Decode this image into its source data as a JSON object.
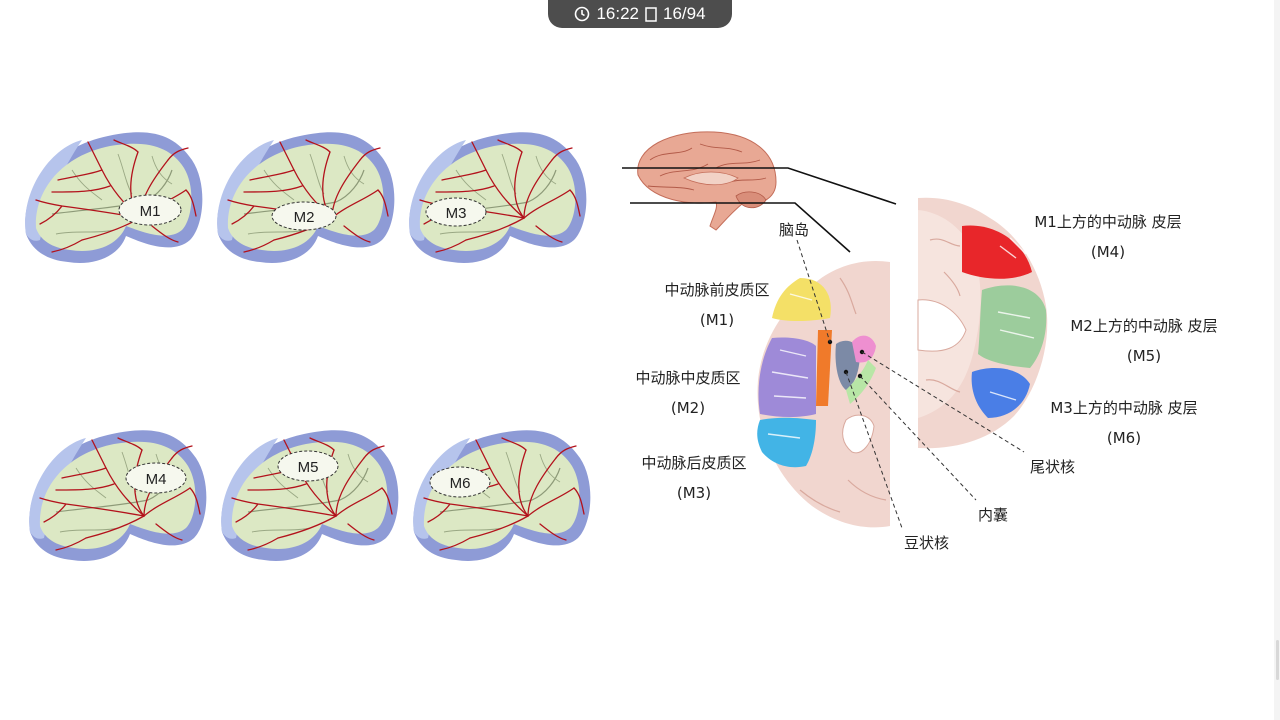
{
  "status": {
    "time": "16:22",
    "page": "16/94",
    "icons": [
      "clock-icon",
      "page-icon"
    ]
  },
  "lateral_views": [
    {
      "label": "M1"
    },
    {
      "label": "M2"
    },
    {
      "label": "M3"
    },
    {
      "label": "M4"
    },
    {
      "label": "M5"
    },
    {
      "label": "M6"
    }
  ],
  "labels": {
    "insula": "脑岛",
    "anterior_cortex": "中动脉前皮质区",
    "anterior_code": "(M1)",
    "middle_cortex": "中动脉中皮质区",
    "middle_code": "(M2)",
    "posterior_cortex": "中动脉后皮质区",
    "posterior_code": "(M3)",
    "m4_text": "M1上方的中动脉 皮层",
    "m4_code": "(M4)",
    "m5_text": "M2上方的中动脉 皮层",
    "m5_code": "(M5)",
    "m6_text": "M3上方的中动脉 皮层",
    "m6_code": "(M6)",
    "caudate": "尾状核",
    "internal_capsule": "内囊",
    "lentiform": "豆状核"
  },
  "colors": {
    "brain_fill": "#dce8c4",
    "brain_rim": "#8e9bd6",
    "brain_rim_light": "#b6c4ec",
    "artery": "#b3121c",
    "tissue": "#f1d6cf",
    "tissue_dark": "#d9a99e",
    "m1": "#f4e067",
    "m2": "#9e8ad8",
    "m3": "#42b4e6",
    "m4": "#e8262a",
    "m5": "#9ccc9c",
    "m6": "#4a7ee6",
    "insula": "#f07a2a",
    "caudate": "#ee8fd0",
    "lentiform": "#7c8aa6",
    "capsule": "#b8e6a6"
  }
}
